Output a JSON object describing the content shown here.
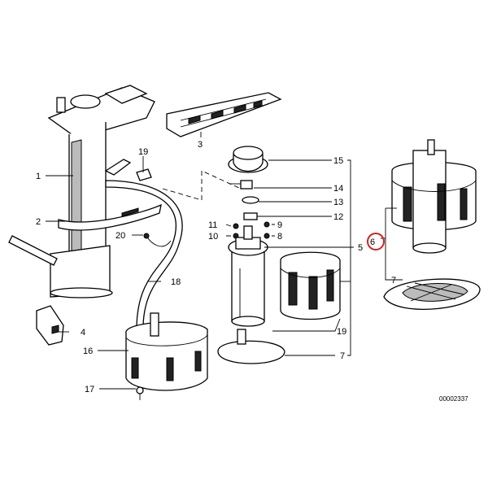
{
  "callouts": {
    "c1": "1",
    "c2": "2",
    "c3": "3",
    "c4": "4",
    "c5": "5",
    "c6": "6",
    "c7a": "7",
    "c7b": "7",
    "c8": "8",
    "c9": "9",
    "c10": "10",
    "c11": "11",
    "c12": "12",
    "c13": "13",
    "c14": "14",
    "c15": "15",
    "c16": "16",
    "c17": "17",
    "c18": "18",
    "c19a": "19",
    "c19b": "19",
    "c20": "20"
  },
  "highlight": {
    "callout": "6",
    "ring_color": "#d42020"
  },
  "diagram_code": "00002337"
}
